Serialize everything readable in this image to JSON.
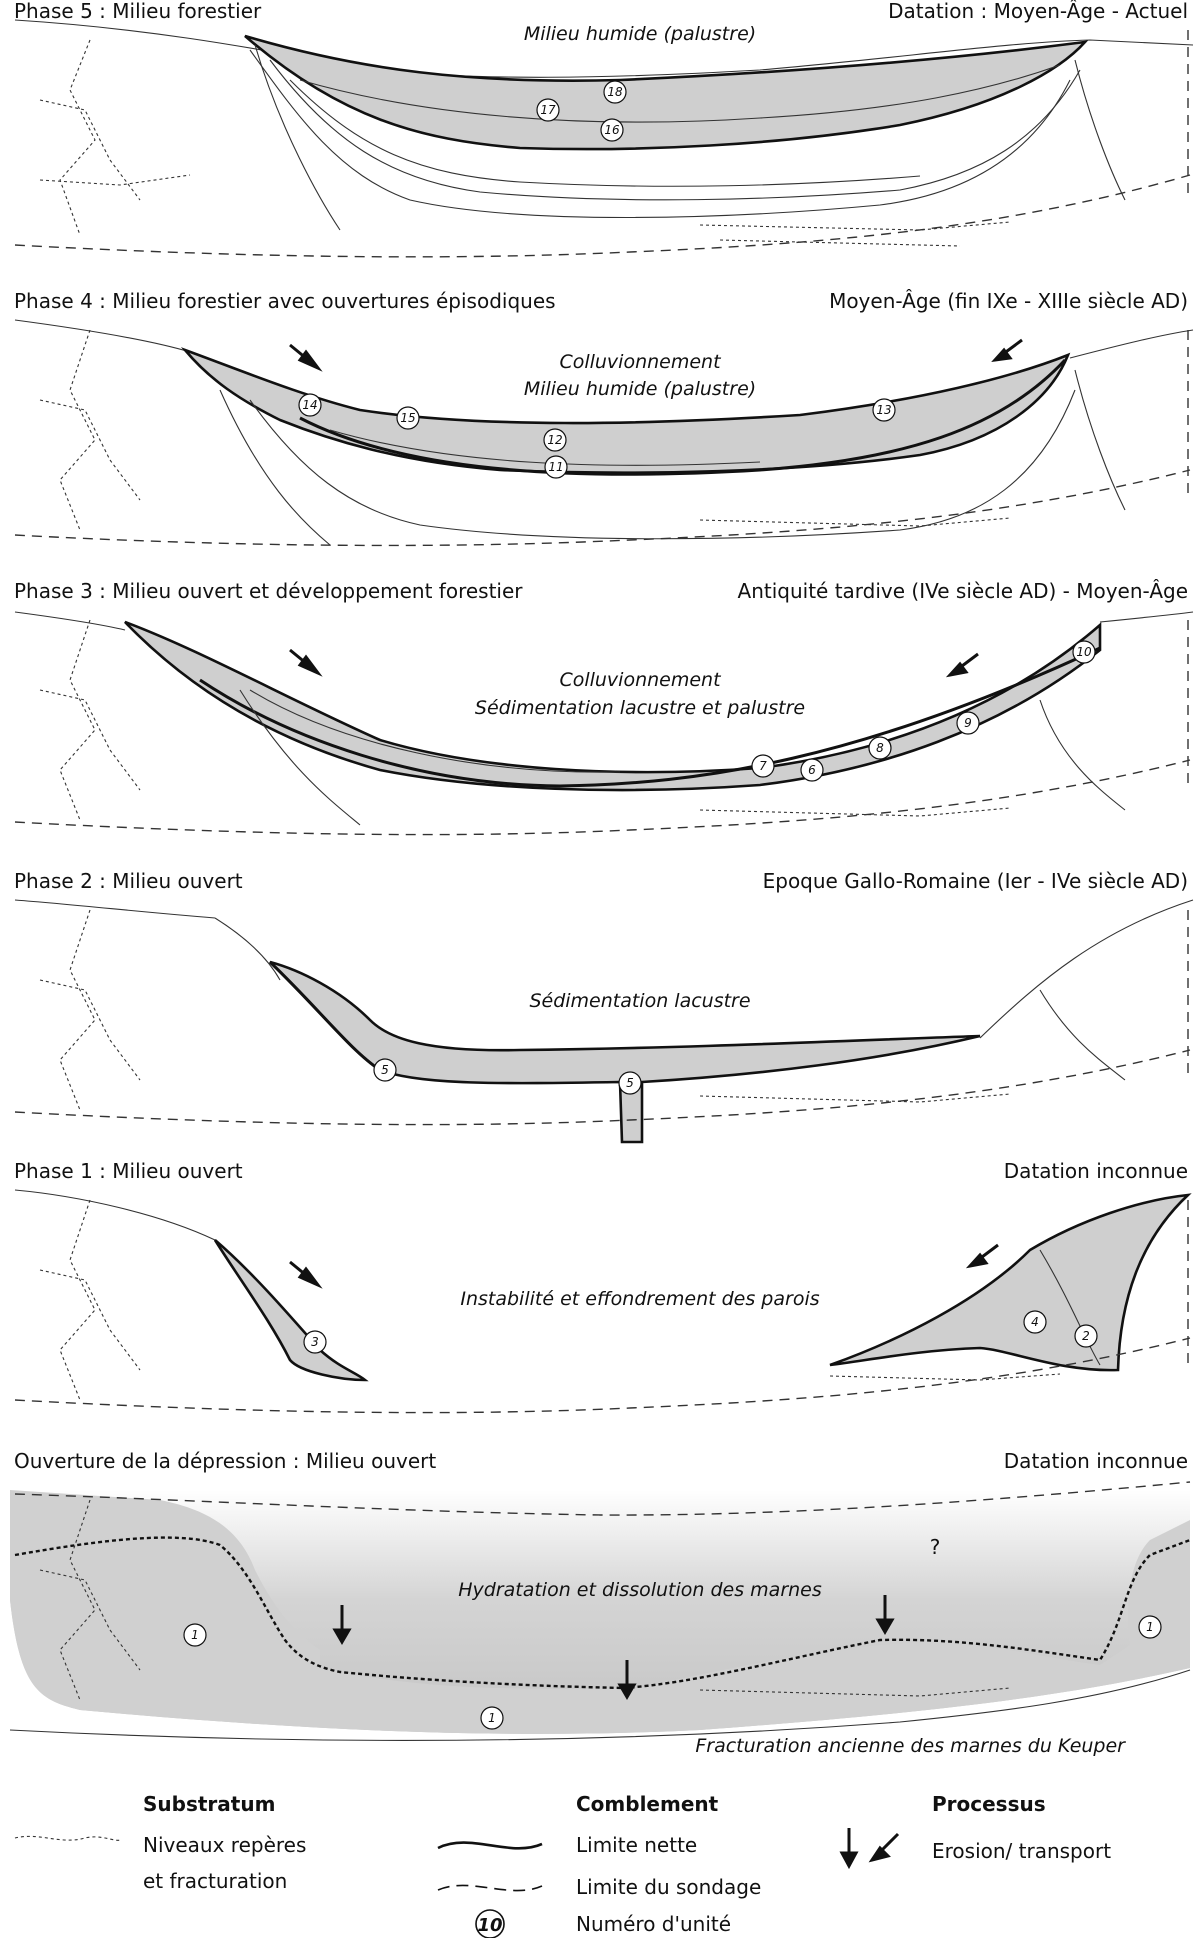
{
  "phases": [
    {
      "title": "Phase 5 : Milieu forestier",
      "date": "Datation :  Moyen-Âge - Actuel",
      "process_lines": [
        "Milieu humide (palustre)"
      ],
      "units": [
        "17",
        "18",
        "16"
      ]
    },
    {
      "title": "Phase 4 : Milieu forestier avec ouvertures épisodiques",
      "date": "Moyen-Âge (fin IXe - XIIIe siècle AD)",
      "process_lines": [
        "Colluvionnement",
        "Milieu humide (palustre)"
      ],
      "units": [
        "14",
        "15",
        "12",
        "11",
        "13"
      ]
    },
    {
      "title": "Phase 3 : Milieu ouvert et développement forestier",
      "date": "Antiquité tardive (IVe siècle AD) - Moyen-Âge",
      "process_lines": [
        "Colluvionnement",
        "Sédimentation lacustre et palustre"
      ],
      "units": [
        "7",
        "6",
        "8",
        "9",
        "10"
      ]
    },
    {
      "title": "Phase 2 : Milieu ouvert",
      "date": "Epoque Gallo-Romaine (Ier - IVe siècle AD)",
      "process_lines": [
        "Sédimentation lacustre"
      ],
      "units": [
        "5",
        "5"
      ]
    },
    {
      "title": "Phase 1 : Milieu ouvert",
      "date": "Datation inconnue",
      "process_lines": [
        "Instabilité et effondrement des parois"
      ],
      "units": [
        "3",
        "4",
        "2"
      ]
    },
    {
      "title": "Ouverture de la dépression : Milieu ouvert",
      "date": "Datation inconnue",
      "process_lines": [
        "Hydratation et dissolution des marnes"
      ],
      "units": [
        "1",
        "1",
        "1"
      ],
      "question": "?",
      "bottom_note": "Fracturation ancienne des marnes du Keuper"
    }
  ],
  "legend": {
    "substratum": {
      "heading": "Substratum",
      "item_line1": "Niveaux repères",
      "item_line2": "et fracturation"
    },
    "comblement": {
      "heading": "Comblement",
      "sharp": "Limite nette",
      "borehole": "Limite du sondage",
      "unit_number": "Numéro d'unité",
      "unit_example": "10"
    },
    "processus": {
      "heading": "Processus",
      "erosion": "Erosion/ transport"
    }
  },
  "colors": {
    "fill": "#cfcfcf",
    "line": "#111111"
  }
}
